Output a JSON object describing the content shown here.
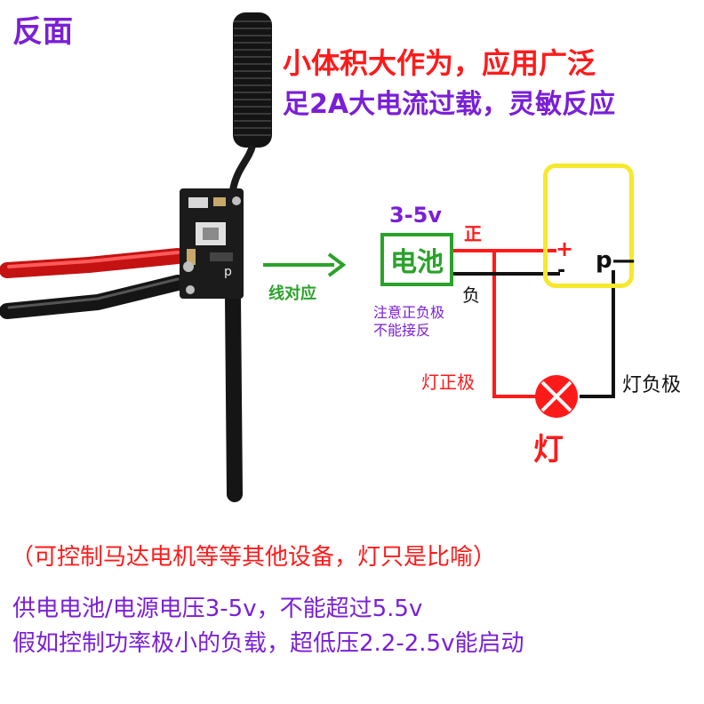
{
  "title": "反面",
  "headline": {
    "line1": "小体积大作为，应用广泛",
    "line2": "足2A大电流过载，灵敏反应"
  },
  "module": {
    "pin_label": "p"
  },
  "arrow_label": "线对应",
  "battery": {
    "label": "电池",
    "voltage": "3-5v",
    "positive": "正",
    "negative": "负",
    "warning_line1": "注意正负极",
    "warning_line2": "不能接反"
  },
  "receiver": {
    "plus": "+",
    "minus": "-",
    "p_terminal": "p—"
  },
  "lamp": {
    "positive_label": "灯正极",
    "negative_label": "灯负极",
    "label": "灯"
  },
  "note": "（可控制马达电机等等其他设备，灯只是比喻）",
  "specs": {
    "line1": "供电电池/电源电压3-5v，不能超过5.5v",
    "line2": "假如控制功率极小的负载，超低压2.2-2.5v能启动"
  },
  "colors": {
    "purple": "#7a1fd6",
    "red": "#ff1a1a",
    "green": "#2aa22a",
    "yellow": "#f6e82c"
  }
}
